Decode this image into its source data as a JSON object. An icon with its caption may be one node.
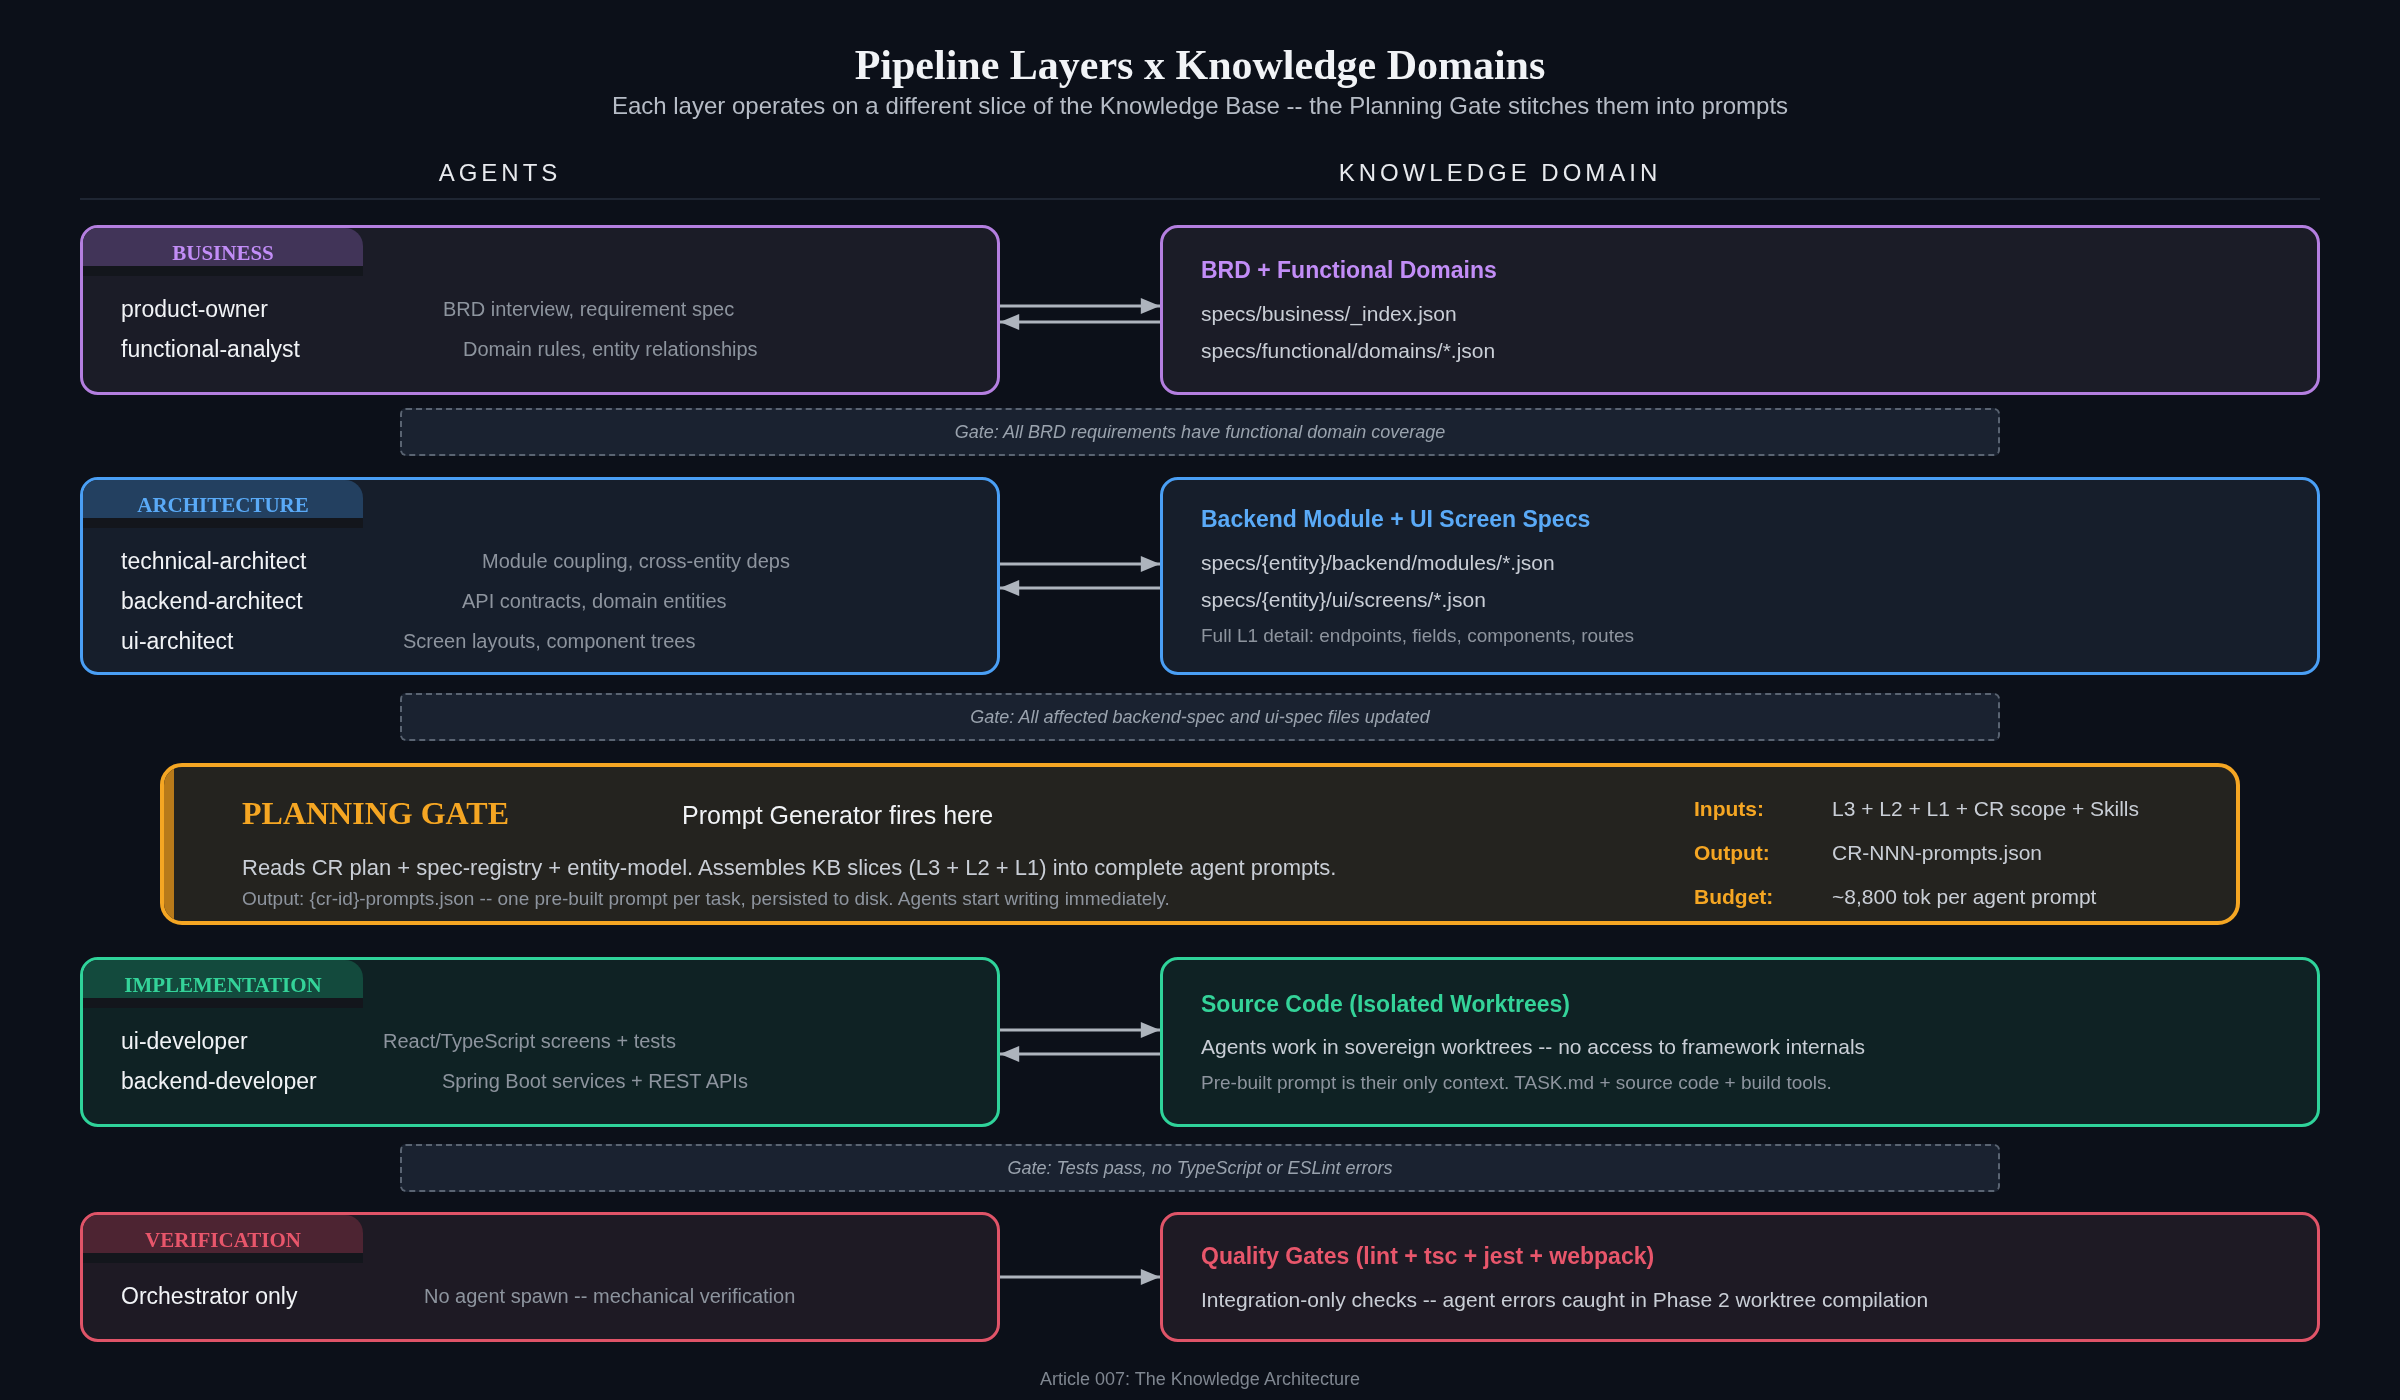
{
  "diagram": {
    "title": "Pipeline Layers x Knowledge Domains",
    "nodes": [
      {
        "text": [
          "BUSINESS",
          "product-owner",
          "BRD interview, requirement spec",
          "functional-analyst",
          "Domain rules, entity relationships"
        ]
      },
      {
        "text": [
          "BRD + Functional Domains",
          "specs/business/_index.json",
          "specs/functional/domains/*.json"
        ]
      },
      {
        "text": [
          "Gate: All BRD requirements have functional domain coverage"
        ]
      },
      {
        "text": [
          "ARCHITECTURE",
          "technical-architect",
          "Module coupling, cross-entity deps",
          "backend-architect",
          "API contracts, domain entities",
          "ui-architect",
          "Screen layouts, component trees"
        ]
      },
      {
        "text": [
          "Backend Module + UI Screen Specs",
          "specs/{entity}/backend/modules/*.json",
          "specs/{entity}/ui/screens/*.json",
          "Full L1 detail: endpoints, fields, components, routes"
        ]
      },
      {
        "text": [
          "Gate: All affected backend-spec and ui-spec files updated"
        ]
      },
      {
        "text": [
          "PLANNING GATE",
          "Prompt Generator fires here",
          "Reads CR plan + spec-registry + entity-model. Assembles KB slices (L3 + L2 + L1) into complete agent prompts.",
          "Output: {cr-id}-prompts.json -- one pre-built prompt per task, persisted to disk. Agents start writing immediately.",
          "Inputs:",
          "L3 + L2 + L1 + CR scope + Skills",
          "Output:",
          "CR-NNN-prompts.json",
          "Budget:",
          "~8,800 tok per agent prompt"
        ]
      },
      {
        "text": [
          "IMPLEMENTATION",
          "ui-developer",
          "React/TypeScript screens + tests",
          "backend-developer",
          "Spring Boot services + REST APIs"
        ]
      },
      {
        "text": [
          "Source Code (Isolated Worktrees)",
          "Agents work in sovereign worktrees -- no access to framework internals",
          "Pre-built prompt is their only context. TASK.md + source code + build tools."
        ]
      },
      {
        "text": [
          "Gate: Tests pass, no TypeScript or ESLint errors"
        ]
      },
      {
        "text": [
          "VERIFICATION",
          "Orchestrator only",
          "No agent spawn -- mechanical verification"
        ]
      },
      {
        "text": [
          "Quality Gates (lint + tsc + jest + webpack)",
          "Integration-only checks -- agent errors caught in Phase 2 worktree compilation"
        ]
      }
    ],
    "edges": [
      {
        "from": 0,
        "to": 1,
        "arrow": "to"
      },
      {
        "from": 1,
        "to": 0,
        "arrow": "to"
      },
      {
        "from": 3,
        "to": 4,
        "arrow": "to"
      },
      {
        "from": 4,
        "to": 3,
        "arrow": "to"
      },
      {
        "from": 7,
        "to": 8,
        "arrow": "to"
      },
      {
        "from": 8,
        "to": 7,
        "arrow": "to"
      },
      {
        "from": 10,
        "to": 11,
        "arrow": "to"
      }
    ],
    "labels": [
      "Each layer operates on a different slice of the Knowledge Base -- the Planning Gate stitches them into prompts",
      "AGENTS",
      "KNOWLEDGE DOMAIN",
      "Article 007: The Knowledge Architecture"
    ]
  }
}
